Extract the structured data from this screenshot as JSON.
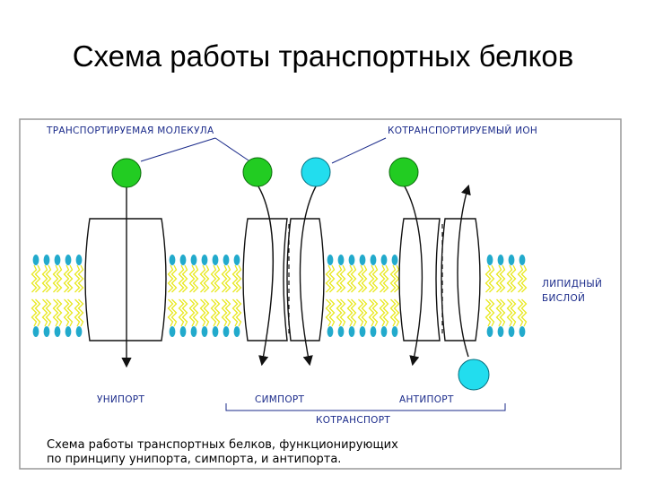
{
  "title": "Схема работы транспортных белков",
  "labels": {
    "transported_molecule": "ТРАНСПОРТИРУЕМАЯ МОЛЕКУЛА",
    "cotransported_ion": "КОТРАНСПОРТИРУЕМЫЙ ИОН",
    "lipid_bilayer_line1": "ЛИПИДНЫЙ",
    "lipid_bilayer_line2": "БИСЛОЙ",
    "uniport": "УНИПОРТ",
    "symport": "СИМПОРТ",
    "antiport": "АНТИПОРТ",
    "cotransport": "КОТРАНСПОРТ"
  },
  "caption": {
    "line1": "Схема работы транспортных белков, функционирующих",
    "line2": "по принципу унипорта, симпорта, и антипорта."
  },
  "colors": {
    "molecule": "#22cc22",
    "ion": "#22ddee",
    "lipid_head": "#22aacc",
    "lipid_tail": "#e8e820",
    "label_text": "#1a2a8a",
    "frame": "#999999"
  }
}
